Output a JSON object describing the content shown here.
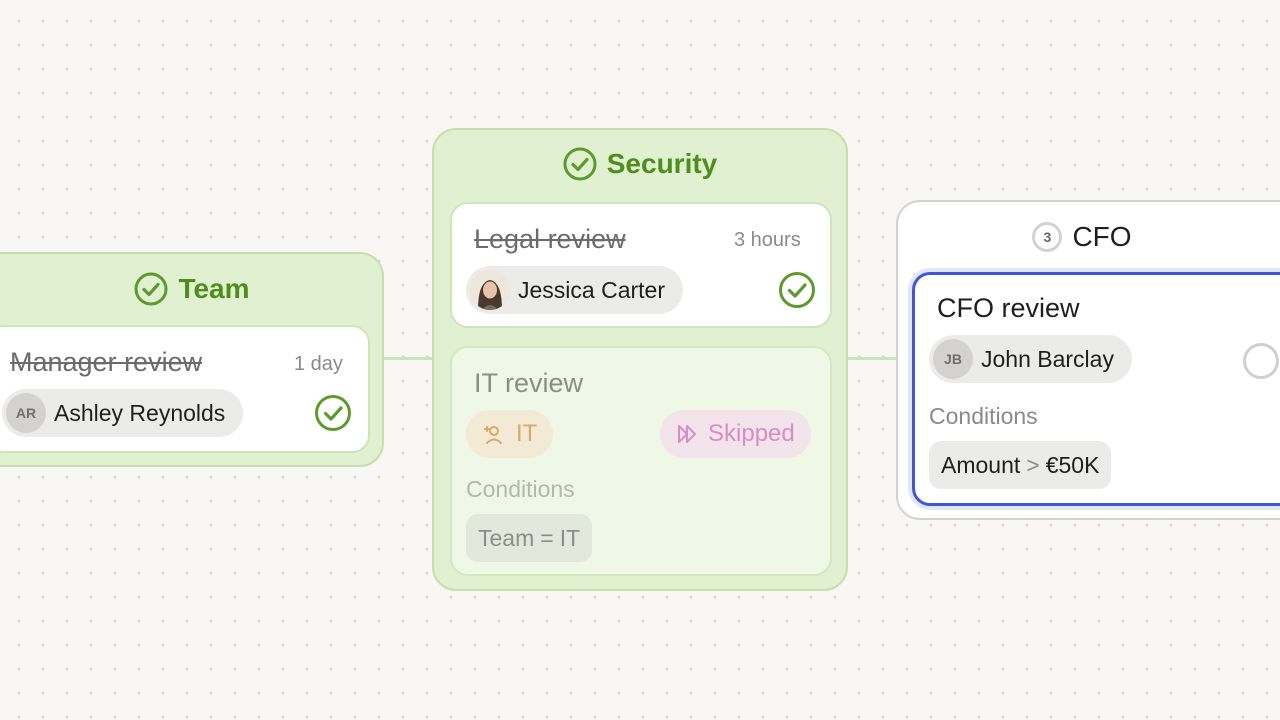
{
  "colors": {
    "done_green": "#4e8e1d",
    "done_bg": "#e1f0d0",
    "active_blue": "#3f56d6",
    "skipped_pink": "#d68ec4",
    "group_orange": "#d9a96b"
  },
  "stages": {
    "team": {
      "title": "Team",
      "status_icon": "check-circle-icon",
      "step": {
        "title": "Manager review",
        "duration": "1 day",
        "approver": {
          "initials": "AR",
          "name": "Ashley Reynolds"
        },
        "status": "approved"
      }
    },
    "security": {
      "title": "Security",
      "status_icon": "check-circle-icon",
      "legal": {
        "title": "Legal review",
        "duration": "3 hours",
        "approver": {
          "name": "Jessica Carter"
        },
        "status": "approved"
      },
      "it": {
        "title": "IT review",
        "group": "IT",
        "status_label": "Skipped",
        "conditions_label": "Conditions",
        "condition": {
          "field": "Team",
          "op": "=",
          "value": "IT"
        }
      }
    },
    "cfo": {
      "step_number": "3",
      "title": "CFO",
      "step": {
        "title": "CFO review",
        "approver": {
          "initials": "JB",
          "name": "John Barclay"
        },
        "status": "pending",
        "conditions_label": "Conditions",
        "condition": {
          "field": "Amount",
          "op": ">",
          "value": "€50K"
        }
      }
    }
  }
}
